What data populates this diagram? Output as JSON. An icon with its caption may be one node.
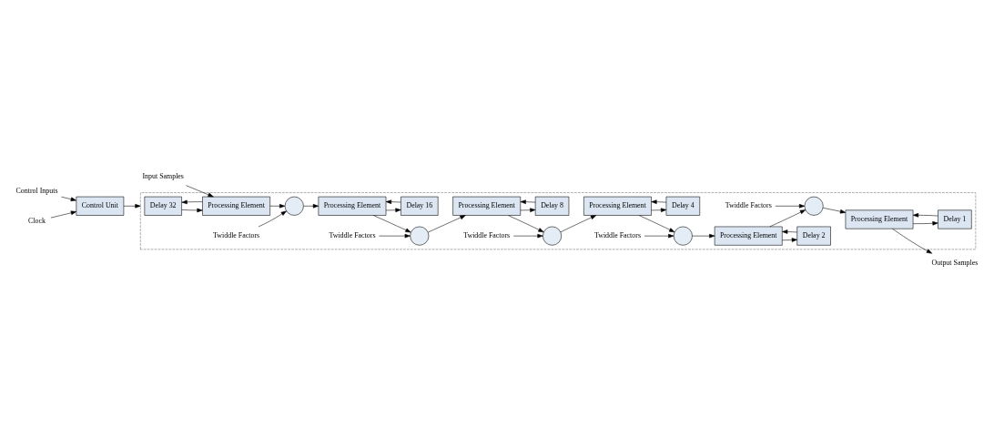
{
  "diagram": {
    "nodes": [
      {
        "text": [],
        "shape": "box"
      },
      {
        "text": [
          "Delay 32"
        ],
        "in": 0
      },
      {
        "text": [
          "Processing Element"
        ],
        "in": 0
      },
      {
        "text": [
          "Twiddle Factors"
        ],
        "in": 0
      },
      {
        "text": [],
        "shape": "circle",
        "in": 0
      },
      {
        "text": [
          "Delay 16"
        ],
        "in": 0
      },
      {
        "text": [
          "Processing Element"
        ],
        "in": 0
      },
      {
        "text": [
          "Twiddle Factors"
        ],
        "in": 0
      },
      {
        "text": [],
        "shape": "circle",
        "in": 0
      },
      {
        "text": [
          "Delay 8"
        ],
        "in": 0
      },
      {
        "text": [
          "Processing Element"
        ],
        "in": 0
      },
      {
        "text": [
          "Twiddle Factors"
        ],
        "in": 0
      },
      {
        "text": [],
        "shape": "circle",
        "in": 0
      },
      {
        "text": [
          "Delay 4"
        ],
        "in": 0
      },
      {
        "text": [
          "Processing Element"
        ],
        "in": 0
      },
      {
        "text": [
          "Input Samples"
        ]
      },
      {
        "text": [
          "Control Inputs"
        ]
      },
      {
        "text": [
          "Clock"
        ]
      },
      {
        "text": [
          "Control Unit"
        ]
      },
      {
        "text": [
          "Delay 1"
        ],
        "in": 0
      },
      {
        "text": [
          "Processing Element"
        ],
        "in": 0
      },
      {
        "text": [
          "Twiddle Factors"
        ],
        "in": 0
      },
      {
        "text": [],
        "shape": "circle",
        "in": 0
      },
      {
        "text": [
          "Delay 2"
        ],
        "in": 0
      },
      {
        "text": [
          "Processing Element"
        ],
        "in": 0
      },
      {
        "text": [
          "Twiddle Factors"
        ],
        "in": 0
      },
      {
        "text": [],
        "shape": "circle",
        "in": 0
      },
      {
        "text": [
          "Output Samples"
        ]
      }
    ],
    "edges": [
      {
        "from": 15,
        "to": 2,
        "arrow": "to"
      },
      {
        "from": 2,
        "to": 1,
        "arrow": "to"
      },
      {
        "from": 1,
        "to": 2,
        "arrow": "to"
      },
      {
        "from": 2,
        "to": 4,
        "arrow": "to"
      },
      {
        "from": 3,
        "to": 4,
        "arrow": "to"
      },
      {
        "from": 4,
        "to": 6,
        "arrow": "to"
      },
      {
        "from": 6,
        "to": 5,
        "arrow": "to"
      },
      {
        "from": 5,
        "to": 6,
        "arrow": "to"
      },
      {
        "from": 6,
        "to": 8,
        "arrow": "to"
      },
      {
        "from": 7,
        "to": 8,
        "arrow": "to"
      },
      {
        "from": 8,
        "to": 10,
        "arrow": "to"
      },
      {
        "from": 10,
        "to": 9,
        "arrow": "to"
      },
      {
        "from": 9,
        "to": 10,
        "arrow": "to"
      },
      {
        "from": 10,
        "to": 12,
        "arrow": "to"
      },
      {
        "from": 11,
        "to": 12,
        "arrow": "to"
      },
      {
        "from": 12,
        "to": 14,
        "arrow": "to"
      },
      {
        "from": 14,
        "to": 13,
        "arrow": "to"
      },
      {
        "from": 13,
        "to": 14,
        "arrow": "to"
      },
      {
        "from": 14,
        "to": 26,
        "arrow": "to"
      },
      {
        "from": 25,
        "to": 26,
        "arrow": "to"
      },
      {
        "from": 26,
        "to": 24,
        "arrow": "to"
      },
      {
        "from": 24,
        "to": 23,
        "arrow": "to"
      },
      {
        "from": 23,
        "to": 24,
        "arrow": "to"
      },
      {
        "from": 24,
        "to": 22,
        "arrow": "to"
      },
      {
        "from": 21,
        "to": 22,
        "arrow": "to"
      },
      {
        "from": 22,
        "to": 20,
        "arrow": "to"
      },
      {
        "from": 20,
        "to": 19,
        "arrow": "to"
      },
      {
        "from": 19,
        "to": 20,
        "arrow": "to"
      },
      {
        "from": 20,
        "to": 27,
        "arrow": "to"
      },
      {
        "from": 16,
        "to": 18,
        "arrow": "to"
      },
      {
        "from": 17,
        "to": 18,
        "arrow": "to"
      },
      {
        "from": 18,
        "to": 0,
        "arrow": "to"
      }
    ]
  }
}
